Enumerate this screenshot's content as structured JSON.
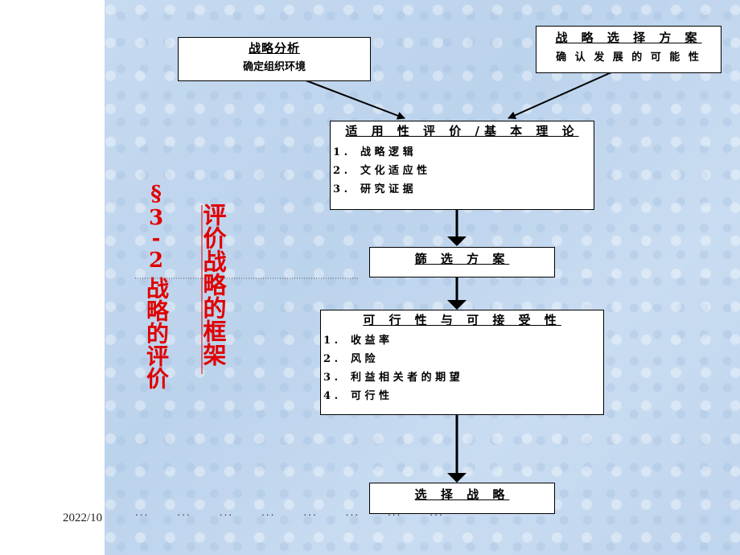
{
  "box_analysis": {
    "title": "战略分析",
    "subtitle": "确定组织环境"
  },
  "box_options": {
    "title": "战 略 选 择 方 案",
    "subtitle": "确 认 发 展 的 可 能 性"
  },
  "box_suitability": {
    "title": "适 用 性 评 价 /基 本 理 论",
    "items": [
      {
        "num": "1 .",
        "text": "战 略 逻 辑"
      },
      {
        "num": "2 .",
        "text": "文 化 适 应 性"
      },
      {
        "num": "3 .",
        "text": "研 究 证 据"
      }
    ]
  },
  "box_screen": {
    "title": "篩 选 方 案"
  },
  "box_feasibility": {
    "title": "可 行 性 与 可 接 受 性",
    "items": [
      {
        "num": "1 .",
        "text": "收 益 率"
      },
      {
        "num": "2 .",
        "text": "风 险"
      },
      {
        "num": "3 .",
        "text": "利 益 相 关 者 的 期 望"
      },
      {
        "num": "4 .",
        "text": "可 行 性"
      }
    ]
  },
  "box_select": {
    "title": "选 择 战 略"
  },
  "section_label": "§3-2 战略的评价",
  "section_symbol": "§",
  "section_number": "3",
  "section_dash": "-",
  "section_subnumber": "2",
  "section_name": "战略的评价",
  "frame_label": "评价战略的框架",
  "date_fragment": "2022/10",
  "colors": {
    "accent_red": "#e00000",
    "background_blue": "#c6daf0"
  }
}
